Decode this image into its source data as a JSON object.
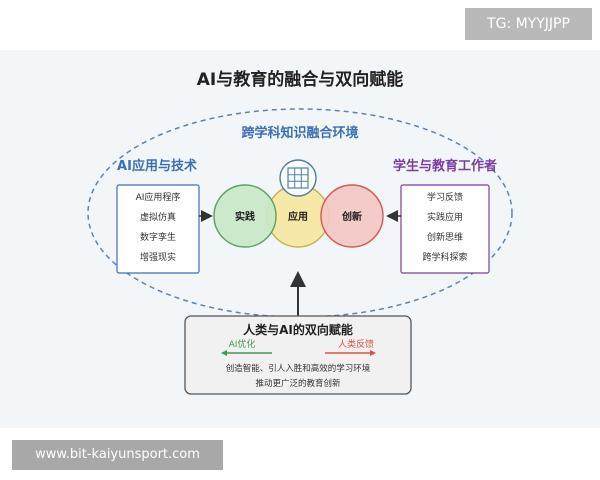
{
  "title": "AI与教育的融合与双向赋能",
  "env_label": "跨学科知识融合环境",
  "left_panel": {
    "heading": "AI应用与技术",
    "items": [
      "AI应用程序",
      "虚拟仿真",
      "数字孪生",
      "增强现实"
    ]
  },
  "right_panel": {
    "heading": "学生与教育工作者",
    "items": [
      "学习反馈",
      "实践应用",
      "创新思维",
      "跨学科探索"
    ]
  },
  "circles": {
    "practice": "实践",
    "application": "应用",
    "innovation": "创新"
  },
  "bottom_box": {
    "title": "人类与AI的双向赋能",
    "ai_opt": "AI优化",
    "human_fb": "人类反馈",
    "line1": "创造智能、引人入胜和高效的学习环境",
    "line2": "推动更广泛的教育创新"
  },
  "watermark_tg": "TG: MYYJJPP",
  "watermark_url": "www.bit-kaiyunsport.com",
  "colors": {
    "title": "#222222",
    "left_heading": "#3b6fb6",
    "right_heading": "#7a3fa0",
    "practice_fill": "#c9e7c7",
    "practice_stroke": "#5aa35a",
    "application_fill": "#f6e9a8",
    "application_stroke": "#c8b14a",
    "innovation_fill": "#f4c7c3",
    "innovation_stroke": "#d05a55",
    "ai_arrow": "#3f9a50",
    "human_arrow": "#d75545"
  },
  "icons": {
    "center": "grid-icon"
  }
}
